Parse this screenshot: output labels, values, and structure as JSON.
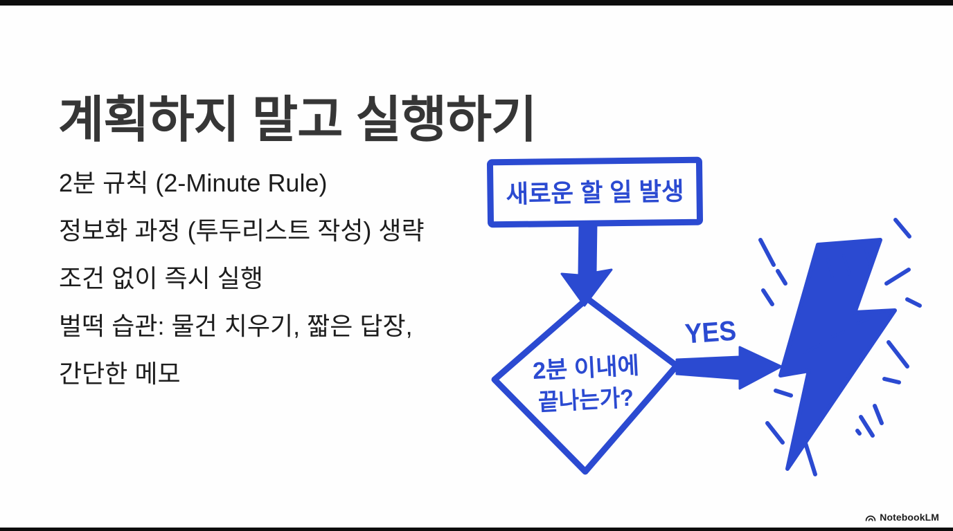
{
  "slide": {
    "title": "계획하지 말고 실행하기",
    "body_lines": [
      "2분 규칙 (2-Minute Rule)",
      "정보화 과정 (투두리스트 작성) 생략",
      "조건 없이 즉시 실행",
      "벌떡 습관: 물건 치우기, 짧은 답장,",
      "간단한 메모"
    ]
  },
  "flowchart": {
    "start_label": "새로운 할 일 발생",
    "decision_label_line1": "2분 이내에",
    "decision_label_line2": "끝나는가?",
    "yes_label": "YES",
    "result_icon": "lightning-bolt"
  },
  "branding": {
    "logo_text": "NotebookLM"
  },
  "colors": {
    "ink_blue": "#2b4ad1",
    "title_text": "#363636",
    "body_text": "#1d1d1d",
    "letterbox": "#0d0d0d"
  }
}
